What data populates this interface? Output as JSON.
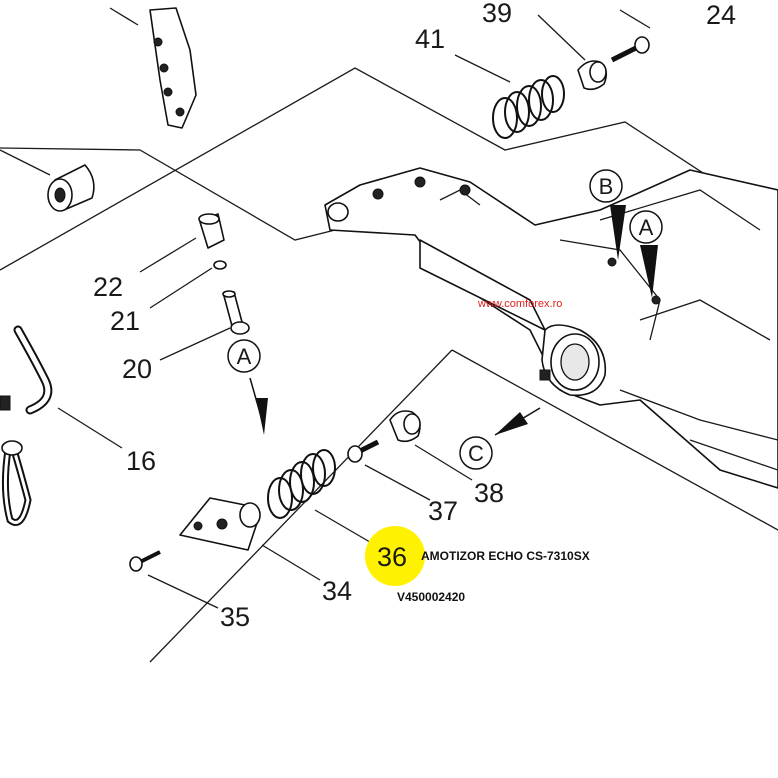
{
  "part_numbers": {
    "p39": "39",
    "p24": "24",
    "p41": "41",
    "p22": "22",
    "p21": "21",
    "p20": "20",
    "p16": "16",
    "p38": "38",
    "p37": "37",
    "p36": "36",
    "p34": "34",
    "p35": "35"
  },
  "markers": {
    "a1": "A",
    "a2": "A",
    "b": "B",
    "c": "C"
  },
  "highlight_color": "#fff200",
  "watermark": "www.comforex.ro",
  "caption": {
    "title": "AMOTIZOR ECHO CS-7310SX",
    "code": "V450002420"
  }
}
